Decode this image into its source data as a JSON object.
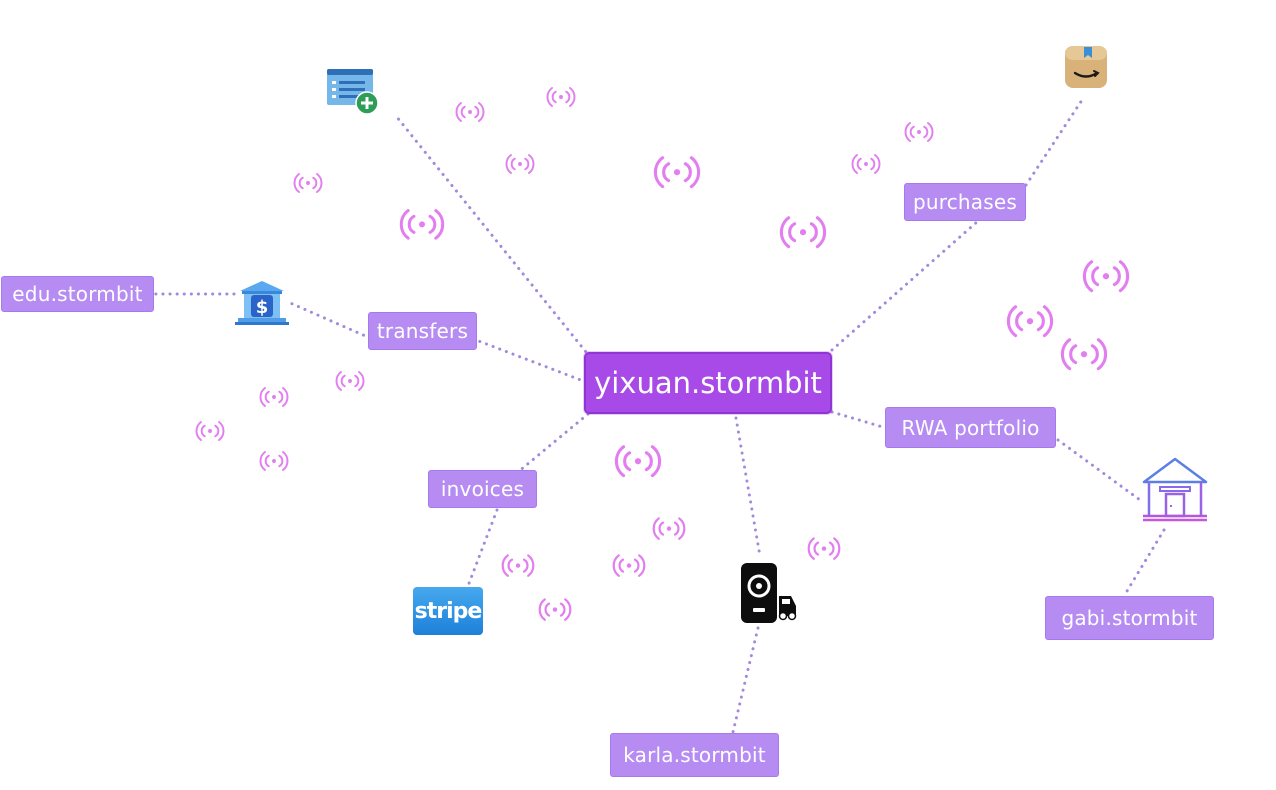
{
  "colors": {
    "center_node": "#a74ae8",
    "label_node": "#b68cf2",
    "connector": "#a18adb",
    "signal": "#e27ef0"
  },
  "center": {
    "label": "yixuan.stormbit"
  },
  "nodes": {
    "edu": "edu.stormbit",
    "transfers": "transfers",
    "purchases": "purchases",
    "rwa": "RWA portfolio",
    "invoices": "invoices",
    "karla": "karla.stormbit",
    "gabi": "gabi.stormbit"
  },
  "icons": {
    "form": "form-add-icon",
    "bank": "bank-icon",
    "amazon": "amazon-icon",
    "house": "house-icon",
    "stripe": "stripe-icon",
    "stripe_text": "stripe",
    "ev_charger": "ev-charger-icon",
    "signal": "wireless-signal-icon"
  }
}
